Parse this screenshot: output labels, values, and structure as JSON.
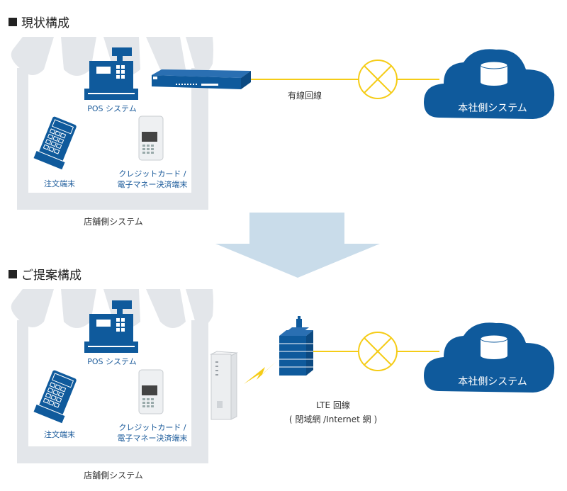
{
  "colors": {
    "brand_blue": "#0f5a9c",
    "awning_gray": "#e3e6ea",
    "line_yellow": "#f5cc17",
    "arrow_light_blue": "#c9dcea",
    "text_blue": "#1a5a9a"
  },
  "sections": [
    {
      "heading": "現状構成",
      "store": {
        "pos_label": "POS システム",
        "order_terminal_label": "注文端末",
        "payment_terminal_label_line1": "クレジットカード /",
        "payment_terminal_label_line2": "電子マネー決済端末",
        "store_system_label": "店舗側システム"
      },
      "device": "router",
      "line_label": "有線回線",
      "hq_label": "本社側システム"
    },
    {
      "heading": "ご提案構成",
      "store": {
        "pos_label": "POS システム",
        "order_terminal_label": "注文端末",
        "payment_terminal_label_line1": "クレジットカード /",
        "payment_terminal_label_line2": "電子マネー決済端末",
        "store_system_label": "店舗側システム"
      },
      "device": "lte-router",
      "line_label_line1": "LTE 回線",
      "line_label_line2": "( 閉域網 /Internet 網 )",
      "hq_label": "本社側システム"
    }
  ],
  "transition_arrow": "down-arrow"
}
